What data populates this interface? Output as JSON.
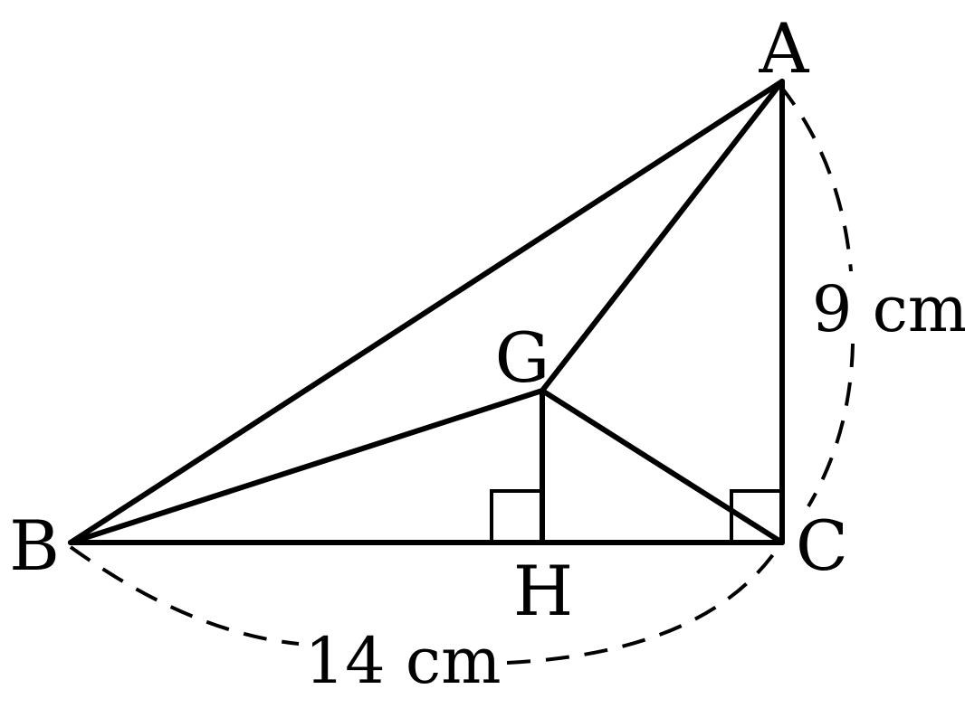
{
  "points": {
    "A": "A",
    "B": "B",
    "C": "C",
    "G": "G",
    "H": "H"
  },
  "dimensions": {
    "BC": "14 cm",
    "AC": "9 cm"
  },
  "right_angles": [
    "GHB",
    "ACB"
  ]
}
